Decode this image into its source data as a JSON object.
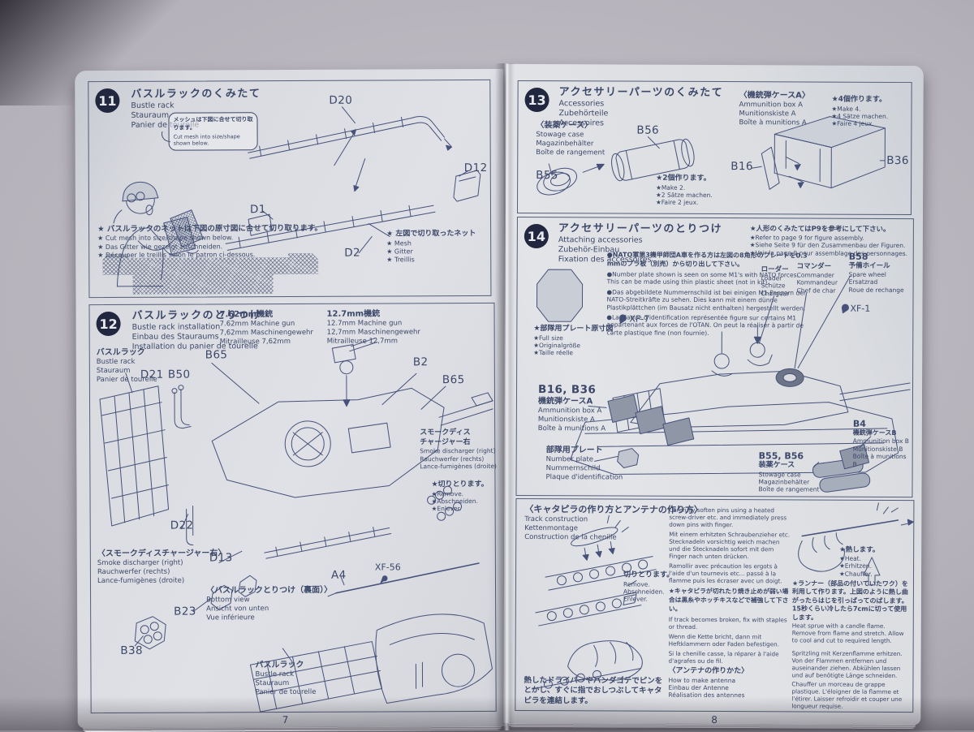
{
  "colors": {
    "ink": "#3c4869",
    "paper": "#dcdde2",
    "badge": "#20273f",
    "table": "#b1adb6"
  },
  "pages": {
    "left_number": "7",
    "right_number": "8"
  },
  "step11": {
    "number": "11",
    "title_jp": "バスルラックのくみたて",
    "title_en": "Bustle rack",
    "title_de": "Stauraum",
    "title_fr": "Panier de tourelle",
    "bubble_jp": "メッシュは下図に合せて切り取ります。",
    "bubble_en": "Cut mesh into size/shape shown below.",
    "part_d20": "D20",
    "part_d12": "D12",
    "part_d1": "D1",
    "part_d2": "D2",
    "mesh_jp": "★ 左図で切り取ったネット",
    "mesh_en": "★ Mesh",
    "mesh_de": "★ Gitter",
    "mesh_fr": "★ Treillis",
    "note_jp": "★ バスルラックのネットは下図の原寸図に合せて切り取ります。",
    "note_en": "★ Cut mesh into size/shape shown below.",
    "note_de": "★ Das Gitter wie gezeigt zuschneiden.",
    "note_fr": "★ Découper le treillis selon le patron ci-dessous."
  },
  "step12": {
    "number": "12",
    "title_jp": "バスルラックのとりつけ",
    "title_en": "Bustle rack installation",
    "title_de": "Einbau des Stauraums",
    "title_fr": "Installation du panier de tourelle",
    "rack_top_jp": "バスルラック",
    "rack_top_en": "Bustle rack",
    "rack_top_de": "Stauraum",
    "rack_top_fr": "Panier de tourelle",
    "mg762_jp": "7.62mm機銃",
    "mg762_en": "7.62mm Machine gun",
    "mg762_de": "7,62mm Maschinengewehr",
    "mg762_fr": "Mitrailleuse 7,62mm",
    "mg127_jp": "12.7mm機銃",
    "mg127_en": "12.7mm Machine gun",
    "mg127_de": "12,7mm Maschinengewehr",
    "mg127_fr": "Mitrailleuse 12,7mm",
    "part_d21": "D21",
    "part_b50": "B50",
    "part_b65a": "B65",
    "part_b2": "B2",
    "part_b65b": "B65",
    "part_d22": "D22",
    "part_d13": "D13",
    "part_b23": "B23",
    "part_b38": "B38",
    "part_a4": "A4",
    "part_xf56": "XF-56",
    "smoke_jp1": "スモークディス",
    "smoke_jp2": "チャージャー右",
    "smoke_en": "Smoke discharger (right)",
    "smoke_de": "Rauchwerfer (rechts)",
    "smoke_fr": "Lance-fumigènes (droite)",
    "remove_jp": "★切りとります。",
    "remove_en": "★Remove.",
    "remove_de": "★Abschneiden.",
    "remove_fr": "★Enlever.",
    "smoke2_jp": "〈スモークディスチャージャー右〉",
    "smoke2_en": "Smoke discharger (right)",
    "smoke2_de": "Rauchwerfer (rechts)",
    "smoke2_fr": "Lance-fumigènes (droite)",
    "bottom_jp": "〈バスルラックとりつけ（裏面）〉",
    "bottom_en": "Bottom view",
    "bottom_de": "Ansicht von unten",
    "bottom_fr": "Vue inférieure",
    "rack_bot_jp": "バスルラック",
    "rack_bot_en": "Bustle rack",
    "rack_bot_de": "Stauraum",
    "rack_bot_fr": "Panier de tourelle"
  },
  "step13": {
    "number": "13",
    "title_jp": "アクセサリーパーツのくみたて",
    "title_en": "Accessories",
    "title_de": "Zubehörteile",
    "title_fr": "Accessoires",
    "stowage_jp": "〈装薬ケース〉",
    "stowage_en": "Stowage case",
    "stowage_de": "Magazinbehälter",
    "stowage_fr": "Boîte de rangement",
    "part_b55": "B55",
    "part_b56": "B56",
    "make2_jp": "★2個作ります。",
    "make2_en": "★Make 2.",
    "make2_de": "★2 Sätze machen.",
    "make2_fr": "★Faire 2 jeux.",
    "ammoa_jp": "〈機銃弾ケースA〉",
    "ammoa_en": "Ammunition box A",
    "ammoa_de": "Munitionskiste A",
    "ammoa_fr": "Boîte à munitions A",
    "make4_jp": "★4個作ります。",
    "make4_en": "★Make 4.",
    "make4_de": "★4 Sätze machen.",
    "make4_fr": "★Faire 4 jeux.",
    "part_b16": "B16",
    "part_b36": "B36"
  },
  "step14": {
    "number": "14",
    "title_jp": "アクセサリーパーツのとりつけ",
    "title_en": "Attaching accessories",
    "title_de": "Zubehör-Einbau",
    "title_fr": "Fixation des accessoires",
    "fig_jp": "★人形のくみたてはP9を参考にして下さい。",
    "fig_en": "★Refer to page 9 for figure assembly.",
    "fig_de": "★Siehe Seite 9 für den Zusammenbau der Figuren.",
    "fig_fr": "★Voir la page 9 pour assemblage des personnages.",
    "nato_jp": "●NATO軍第3機甲師団A車を作る方は左図の8角形のプレートを0.3mmのプラ板（別売）から切り出して下さい。",
    "nato_en": "●Number plate shown is seen on some M1's with NATO forces. This can be made using thin plastic sheet (not in kit).",
    "nato_de": "●Das abgebildete Nummernschild ist bei einigen M1-Panzern der NATO-Streitkräfte zu sehen. Dies kann mit einem dünne Plastikplättchen (im Bausatz nicht enthalten) hergestellt werden.",
    "nato_fr": "●La plaque d'identification représentée figure sur certains M1 appartenant aux forces de l'OTAN. On peut la réaliser à partir de carte plastique fine (non fournie).",
    "part_xf7": "XF-7",
    "part_xf1": "XF-1",
    "fullsize_jp": "★部隊用プレート原寸図",
    "fullsize_en": "★Full size",
    "fullsize_de": "★Originalgröße",
    "fullsize_fr": "★Taille réelle",
    "loader_jp": "ローダー",
    "loader_en": "Loader",
    "loader_de": "Schütze",
    "loader_fr": "Chargeur",
    "cmdr_jp": "コマンダー",
    "cmdr_en": "Commander",
    "cmdr_de": "Kommandeur",
    "cmdr_fr": "Chef de char",
    "part_b58": "B58",
    "spare_jp": "予備ホイール",
    "spare_en": "Spare wheel",
    "spare_de": "Ersatzrad",
    "spare_fr": "Roue de rechange",
    "ammoa_parts": "B16, B36",
    "ammoa_jp": "機銃弾ケースA",
    "ammoa_en": "Ammunition box A",
    "ammoa_de": "Munitionskiste A",
    "ammoa_fr": "Boîte à munitions A",
    "plate_jp": "部隊用プレート",
    "plate_en": "Number plate",
    "plate_de": "Nummernschild",
    "plate_fr": "Plaque d'identification",
    "stowage_parts": "B55, B56",
    "stowage_jp": "装薬ケース",
    "stowage_en": "Stowage case",
    "stowage_de": "Magazinbehälter",
    "stowage_fr": "Boîte de rangement",
    "ammob_part": "B4",
    "ammob_jp": "機銃弾ケースB",
    "ammob_en": "Ammunition box B",
    "ammob_de": "Munitionskiste B",
    "ammob_fr": "Boîte à munitions B"
  },
  "track": {
    "title_jp": "〈キャタピラの作り方とアンテナの作り方〉",
    "title_en": "Track construction",
    "title_de": "Kettenmontage",
    "title_fr": "Construction de la chenille",
    "remove_jp": "切りとります。",
    "remove_en": "Remove.",
    "remove_de": "Abschneiden.",
    "remove_fr": "Enlever.",
    "weld_jp": "熱したドライバーやハンダゴテでピンをとかし、すぐに指でおしつぶしてキャタピラを連結します。",
    "soften_en": "Carefully soften pins using a heated screw-driver etc. and immediately press down pins with finger.",
    "soften_de": "Mit einem erhitzten Schraubenzieher etc. Stecknadeln vorsichtig weich machen und die Stecknadeln sofort mit dem Finger nach unten drücken.",
    "soften_fr": "Ramollir avec précaution les ergots à l'aide d'un tournevis etc... passé à la flamme puis les écraser avec un doigt.",
    "broken_jp": "★キャタピラが切れたり焼き止めが弱い場合は黒糸やホッチキスなどで補強して下さい。",
    "broken_en": "If track becomes broken, fix with staples or thread.",
    "broken_de": "Wenn die Kette bricht, dann mit Heftklammern oder Faden befestigen.",
    "broken_fr": "Si la chenille casse, la réparer à l'aide d'agrafes ou de fil.",
    "antenna_jp": "〈アンテナの作りかた〉",
    "antenna_en": "How to make antenna",
    "antenna_de": "Einbau der Antenne",
    "antenna_fr": "Réalisation des antennes",
    "heat_jp": "★熱します。",
    "heat_en": "★Heat.",
    "heat_de": "★Erhitzen.",
    "heat_fr": "★Chauffer.",
    "sprue_jp": "★ランナー（部品の付いていたワク）を利用して作ります。上図のように熱し曲がったらはじを引っぱってのばします。15秒くらい冷したら7cmに切って使用します。",
    "sprue_en": "Heat sprue with a candle flame. Remove from flame and stretch. Allow to cool and cut to required length.",
    "sprue_de": "Spritzling mit Kerzenflamme erhitzen. Von der Flammen entfernen und auseinander ziehen. Abkühlen lassen und auf benötigte Länge schneiden.",
    "sprue_fr": "Chauffer un morceau de grappe plastique. L'éloigner de la flamme et l'étirer. Laisser refroidir et couper une longueur requise."
  }
}
